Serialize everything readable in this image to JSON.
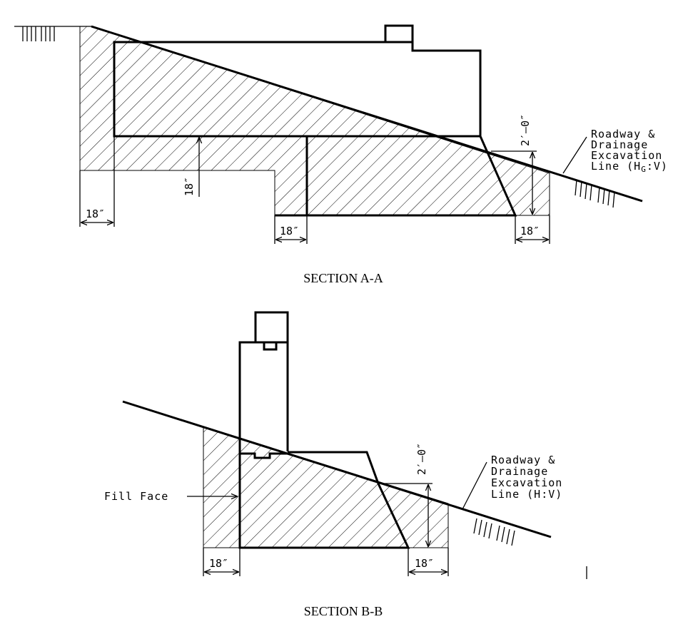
{
  "section_a": {
    "caption": "SECTION A-A",
    "dim_left": "18″",
    "dim_mid": "18″",
    "dim_right": "18″",
    "dim_depth": "18″",
    "dim_vertical": "2′–0″",
    "label_line1": "Roadway &",
    "label_line2": "Drainage",
    "label_line3": "Excavation",
    "label_line4": "Line (H",
    "label_sub": "G",
    "label_end": ":V)"
  },
  "section_b": {
    "caption": "SECTION B-B",
    "dim_left": "18″",
    "dim_right": "18″",
    "dim_vertical": "2′–0″",
    "fill_face": "Fill Face",
    "label_line1": "Roadway &",
    "label_line2": "Drainage",
    "label_line3": "Excavation",
    "label_line4": "Line (H:V)"
  }
}
